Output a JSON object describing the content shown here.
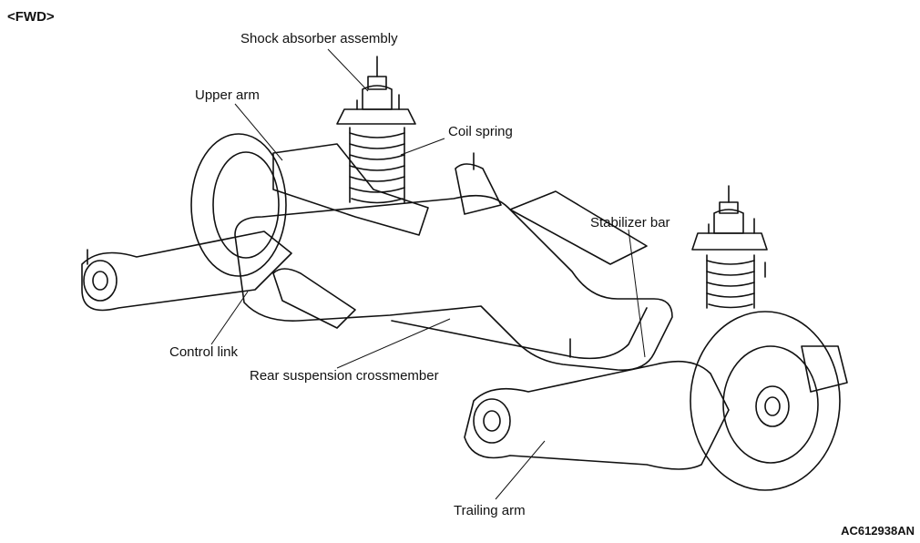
{
  "view_tag": "<FWD>",
  "figure_code": "AC612938AN",
  "labels": {
    "shock_absorber": "Shock absorber assembly",
    "upper_arm": "Upper arm",
    "coil_spring": "Coil spring",
    "stabilizer_bar": "Stabilizer bar",
    "control_link": "Control link",
    "crossmember": "Rear suspension crossmember",
    "trailing_arm": "Trailing arm"
  }
}
